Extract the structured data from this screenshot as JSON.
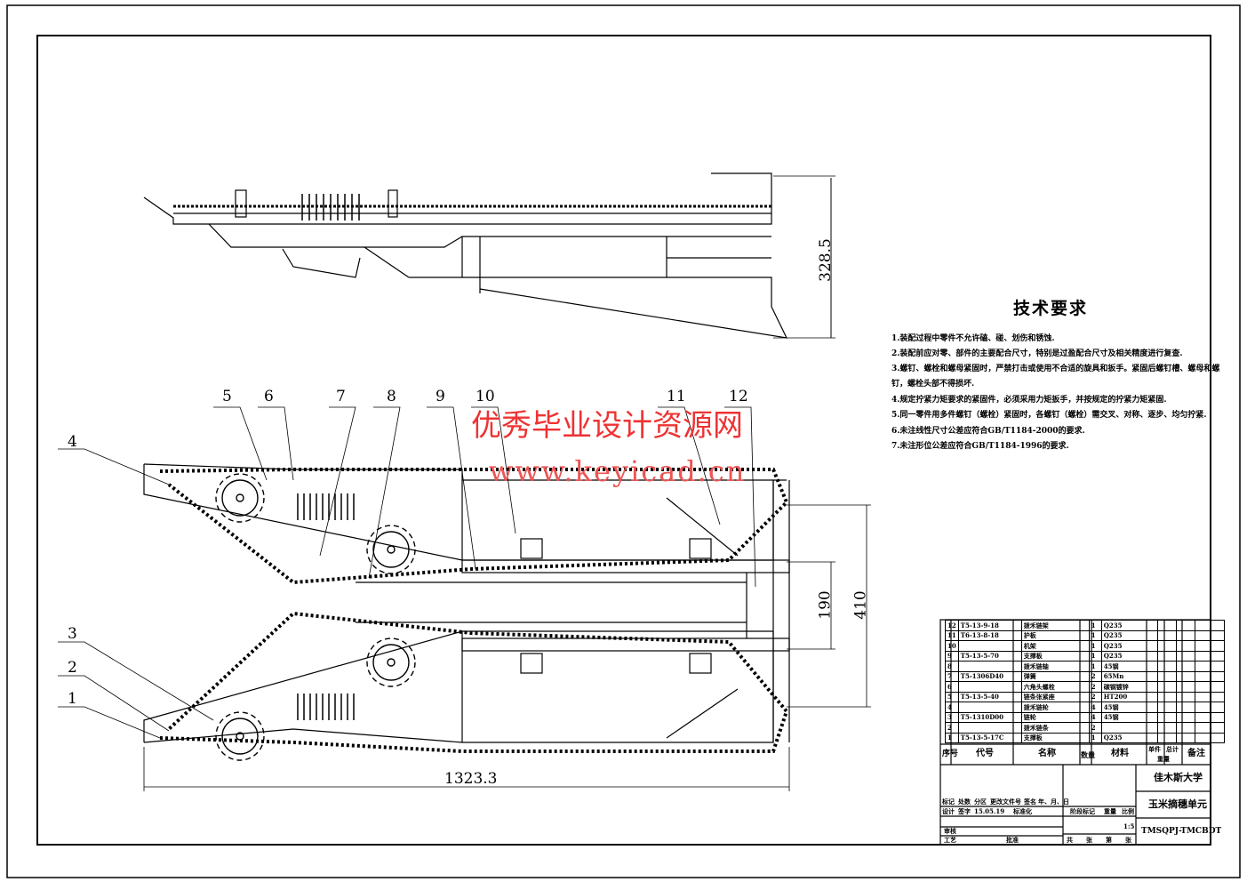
{
  "watermark": {
    "cn": "优秀毕业设计资源网",
    "url": "www.keyicad.cn"
  },
  "dimensions": {
    "height_side": "328.5",
    "overall_length": "1323.3",
    "inner_gap": "190",
    "outer_width": "410"
  },
  "callouts": [
    "1",
    "2",
    "3",
    "4",
    "5",
    "6",
    "7",
    "8",
    "9",
    "10",
    "11",
    "12"
  ],
  "requirements": {
    "title": "技术要求",
    "items": [
      "1.装配过程中零件不允许磕、碰、划伤和锈蚀.",
      "2.装配前应对零、部件的主要配合尺寸，特别是过盈配合尺寸及相关精度进行复查.",
      "3.螺钉、螺栓和螺母紧固时，严禁打击或使用不合适的旋具和扳手。紧固后螺钉槽、螺母和螺",
      "  钉，螺栓头部不得损坏.",
      "4.规定拧紧力矩要求的紧固件，必须采用力矩扳手，并按规定的拧紧力矩紧固.",
      "5.同一零件用多件螺钉（螺栓）紧固时，各螺钉（螺栓）需交叉、对称、逐步、均匀拧紧.",
      "6.未注线性尺寸公差应符合GB/T1184-2000的要求.",
      "7.未注形位公差应符合GB/T1184-1996的要求."
    ]
  },
  "bom": {
    "rows": [
      [
        "12",
        "T5-13-9-18",
        "拨禾链架",
        "1",
        "Q235"
      ],
      [
        "11",
        "T6-13-8-18",
        "护板",
        "1",
        "Q235"
      ],
      [
        "10",
        "",
        "机架",
        "1",
        "Q235"
      ],
      [
        "9",
        "T5-13-5-70",
        "支撑板",
        "1",
        "Q235"
      ],
      [
        "8",
        "",
        "拨禾链轴",
        "1",
        "45钢"
      ],
      [
        "7",
        "T5-1306D40",
        "弹簧",
        "2",
        "65Mn"
      ],
      [
        "6",
        "",
        "六角头螺栓",
        "2",
        "碳钢镀锌"
      ],
      [
        "5",
        "T5-13-5-40",
        "链条张紧座",
        "2",
        "HT200"
      ],
      [
        "4",
        "",
        "拨禾链轮",
        "4",
        "45钢"
      ],
      [
        "3",
        "T5-1310D00",
        "链轮",
        "4",
        "45钢"
      ],
      [
        "2",
        "",
        "拨禾链条",
        "2",
        ""
      ],
      [
        "1",
        "T5-13-5-17C",
        "支撑板",
        "1",
        "Q235"
      ]
    ],
    "headers": [
      "序号",
      "代号",
      "名称",
      "数量",
      "材料",
      "单件",
      "总计",
      "重量",
      "备注"
    ]
  },
  "title_block": {
    "school": "佳木斯大学",
    "part_name": "玉米摘穗单元",
    "drawing_no": "TMSQPJ-TMCBDT",
    "labels": [
      "标记",
      "处数",
      "分区",
      "更改文件号",
      "签名",
      "年、月、日",
      "设计",
      "签字",
      "15.05.19",
      "标准化",
      "审核",
      "工艺",
      "批准",
      "阶段标记",
      "重量",
      "比例",
      "共",
      "张",
      "第",
      "张"
    ],
    "scale": "1:5"
  }
}
